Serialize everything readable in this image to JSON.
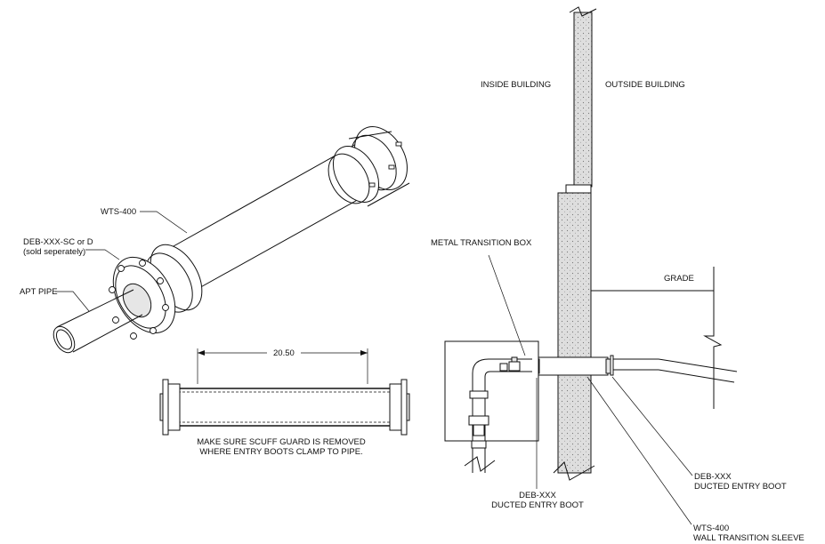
{
  "labels": {
    "wts400": "WTS-400",
    "deb_sc_line1": "DEB-XXX-SC or D",
    "deb_sc_line2": "(sold seperately)",
    "apt_pipe": "APT PIPE",
    "dimension": "20.50",
    "note_line1": "MAKE SURE SCUFF GUARD IS REMOVED",
    "note_line2": "WHERE ENTRY BOOTS CLAMP TO PIPE.",
    "inside_building": "INSIDE BUILDING",
    "outside_building": "OUTSIDE BUILDING",
    "metal_transition_box": "METAL TRANSITION BOX",
    "grade": "GRADE",
    "deb_outside_line1": "DEB-XXX",
    "deb_outside_line2": "DUCTED ENTRY BOOT",
    "deb_inside_line1": "DEB-XXX",
    "deb_inside_line2": "DUCTED ENTRY BOOT",
    "wts_sleeve_line1": "WTS-400",
    "wts_sleeve_line2": "WALL TRANSITION SLEEVE"
  }
}
